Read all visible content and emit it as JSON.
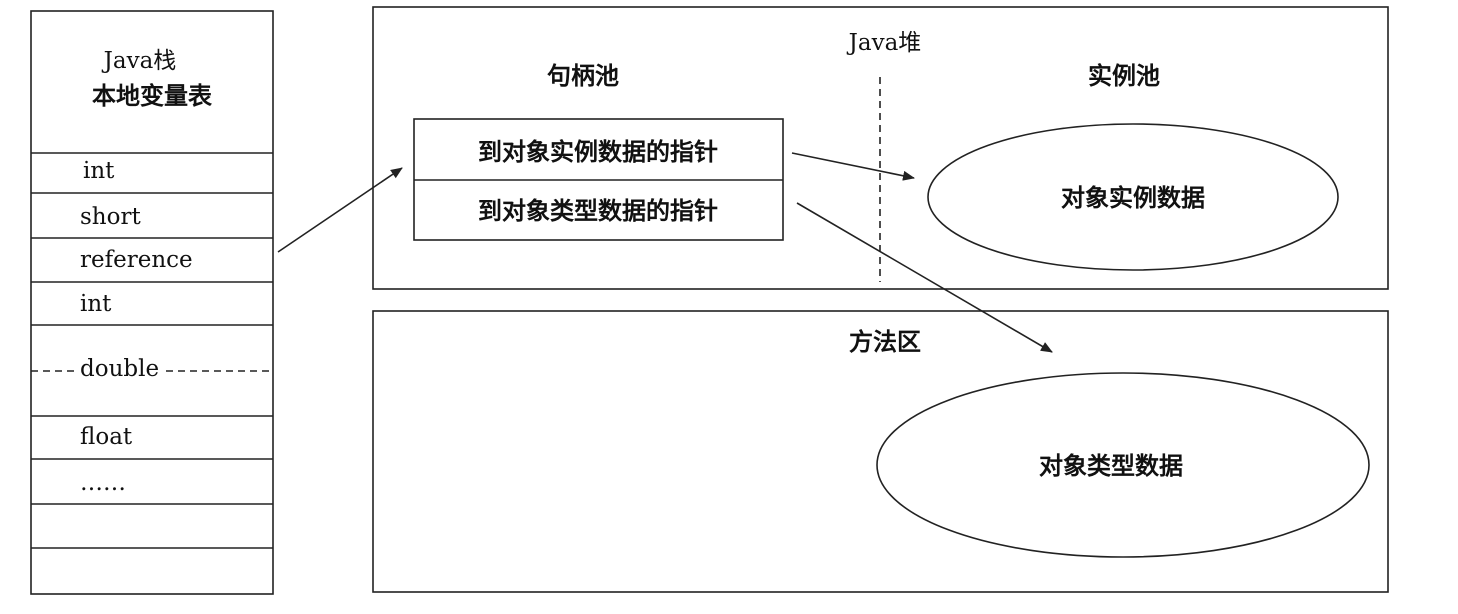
{
  "stack": {
    "title_line1": "Java栈",
    "title_line2": "本地变量表",
    "rows": [
      "int",
      "short",
      "reference",
      "int",
      "double",
      "float",
      "……"
    ]
  },
  "heap": {
    "title": "Java堆",
    "handle_pool": {
      "title": "句柄池",
      "entries": [
        "到对象实例数据的指针",
        "到对象类型数据的指针"
      ]
    },
    "instance_pool": {
      "title": "实例池",
      "object_label": "对象实例数据"
    }
  },
  "method_area": {
    "title": "方法区",
    "object_label": "对象类型数据"
  }
}
